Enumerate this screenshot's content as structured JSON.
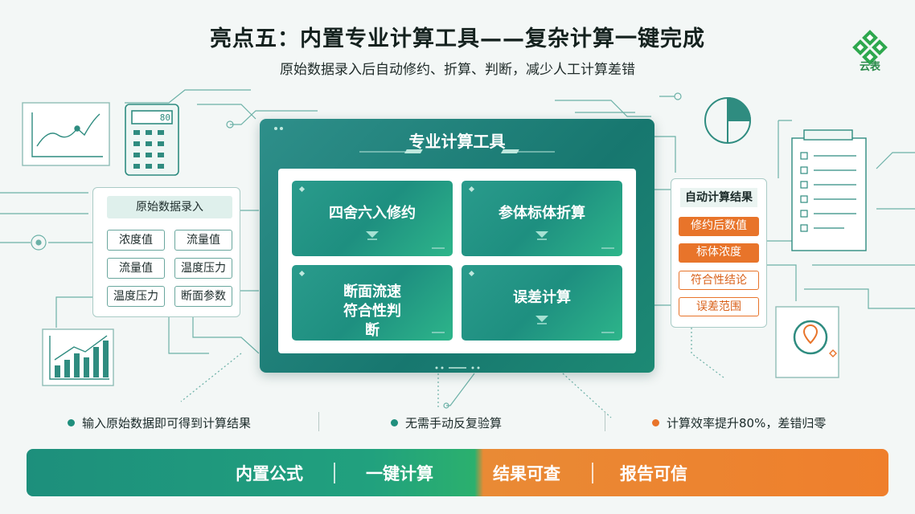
{
  "title": "亮点五：内置专业计算工具——复杂计算一键完成",
  "subtitle": "原始数据录入后自动修约、折算、判断，减少人工计算差错",
  "logo": {
    "text": "云表",
    "icon": "diamond-grid-logo-icon"
  },
  "calculator": {
    "display": "80",
    "icon": "calculator-icon"
  },
  "panel": {
    "title": "专业计算工具",
    "tools": [
      {
        "label": "四舍六入修约"
      },
      {
        "label": "参体标体折算"
      },
      {
        "label": "断面流速符合性判断"
      },
      {
        "label": "误差计算"
      }
    ]
  },
  "input_card": {
    "heading": "原始数据录入",
    "params": [
      "浓度值",
      "流量值",
      "流量值",
      "温度压力",
      "温度压力",
      "断面参数"
    ]
  },
  "result_card": {
    "heading": "自动计算结果",
    "items": [
      {
        "label": "修约后数值",
        "style": "solid"
      },
      {
        "label": "标体浓度",
        "style": "solid"
      },
      {
        "label": "符合性结论",
        "style": "outline"
      },
      {
        "label": "误差范围",
        "style": "outline"
      }
    ]
  },
  "features": [
    {
      "text": "输入原始数据即可得到计算结果",
      "color": "#1f8f7d"
    },
    {
      "text": "无需手动反复验算",
      "color": "#1f8f7d"
    },
    {
      "text": "计算效率提升80%，差错归零",
      "color": "#e8742a"
    }
  ],
  "bottom_bar": {
    "items": [
      "内置公式",
      "一键计算",
      "结果可查",
      "报告可信"
    ],
    "colors": {
      "green": "#1d8f7c",
      "orange": "#ef7f2c"
    }
  },
  "colors": {
    "accent": "#1f8f7d",
    "warning": "#e8742a",
    "line": "#2f8c80"
  }
}
